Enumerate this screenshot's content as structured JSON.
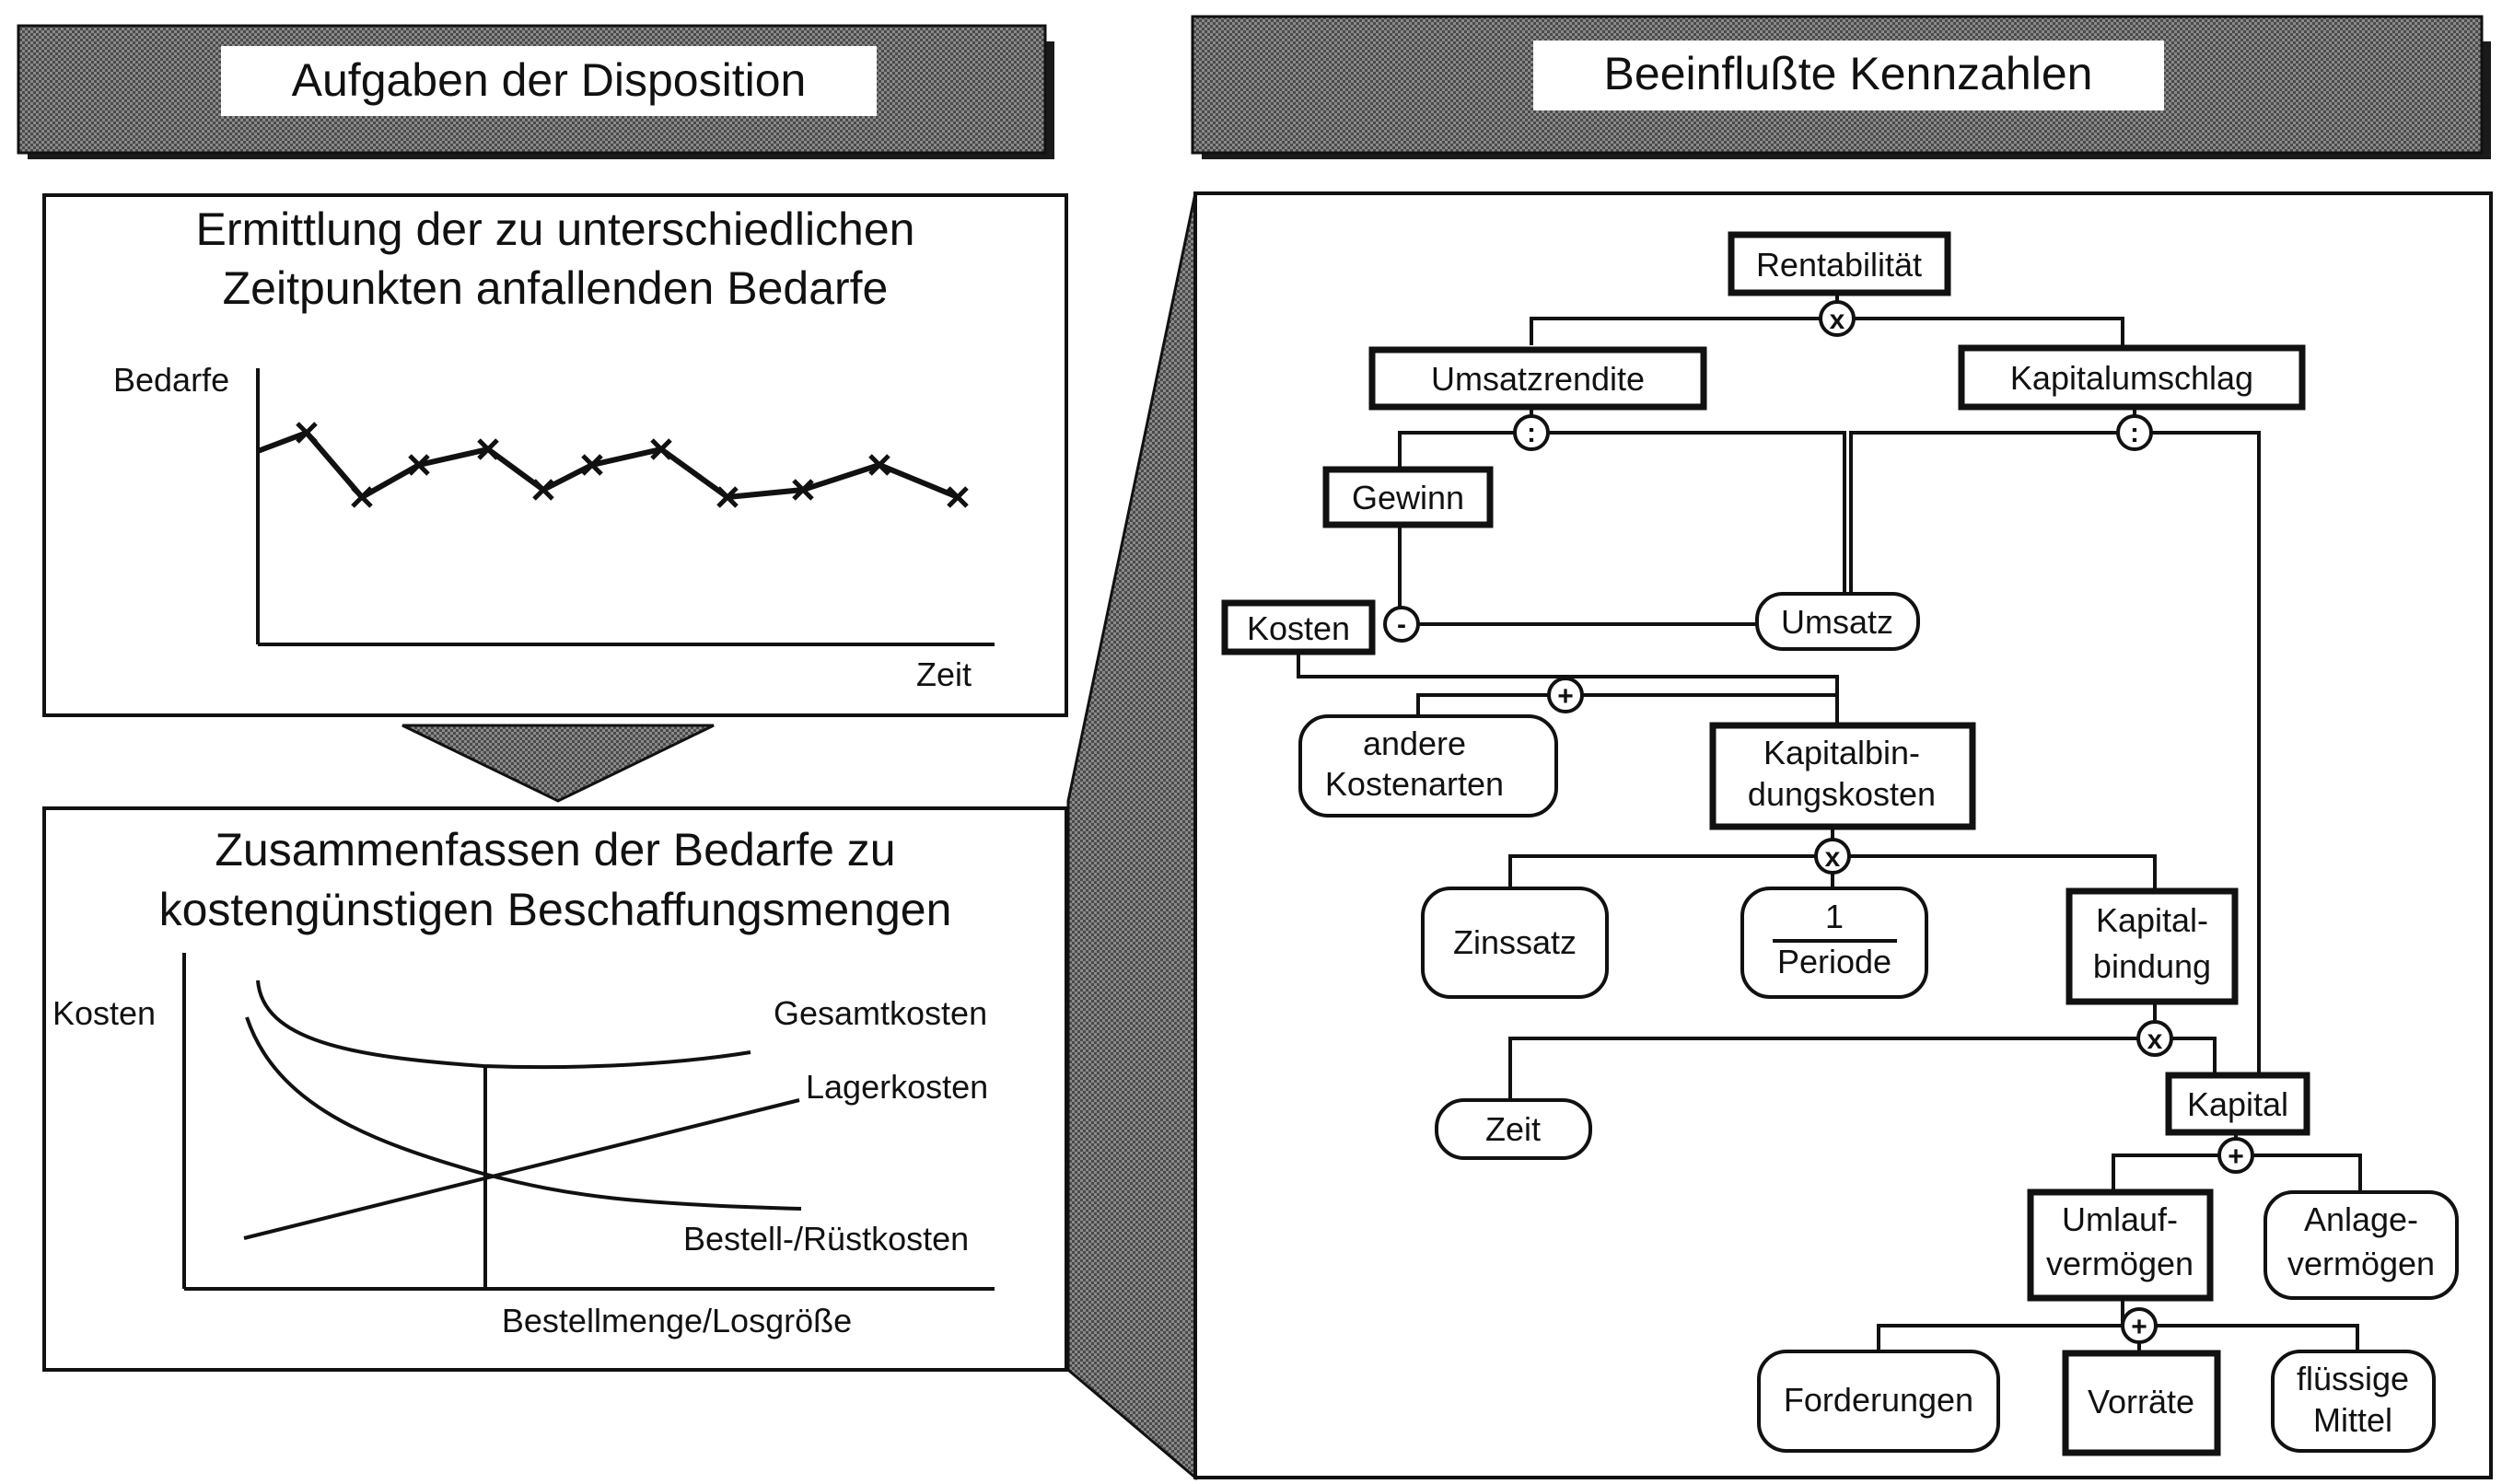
{
  "left_header": {
    "title": "Aufgaben der Disposition"
  },
  "right_header": {
    "title": "Beeinflußte Kennzahlen"
  },
  "task1": {
    "title_line1": "Ermittlung der zu unterschiedlichen",
    "title_line2": "Zeitpunkten anfallenden Bedarfe",
    "ylabel": "Bedarfe",
    "xlabel": "Zeit"
  },
  "task2": {
    "title_line1": "Zusammenfassen der Bedarfe zu",
    "title_line2": "kostengünstigen Beschaffungsmengen",
    "ylabel": "Kosten",
    "xlabel": "Bestellmenge/Losgröße",
    "curve_gesamt": "Gesamtkosten",
    "curve_lager": "Lagerkosten",
    "curve_bestell": "Bestell-/Rüstkosten"
  },
  "tree": {
    "rentabilitaet": "Rentabilität",
    "umsatzrendite": "Umsatzrendite",
    "kapitalumschlag": "Kapitalumschlag",
    "gewinn": "Gewinn",
    "kosten": "Kosten",
    "umsatz": "Umsatz",
    "andere_l1": "andere",
    "andere_l2": "Kostenarten",
    "kbk_l1": "Kapitalbin-",
    "kbk_l2": "dungskosten",
    "zinssatz": "Zinssatz",
    "periode_num": "1",
    "periode_den": "Periode",
    "kbind_l1": "Kapital-",
    "kbind_l2": "bindung",
    "zeit": "Zeit",
    "kapital": "Kapital",
    "umlauf_l1": "Umlauf-",
    "umlauf_l2": "vermögen",
    "anlage_l1": "Anlage-",
    "anlage_l2": "vermögen",
    "forderungen": "Forderungen",
    "vorraete": "Vorräte",
    "fluessig_l1": "flüssige",
    "fluessig_l2": "Mittel",
    "op_mul": "x",
    "op_div": ":",
    "op_minus": "-",
    "op_plus": "+"
  }
}
